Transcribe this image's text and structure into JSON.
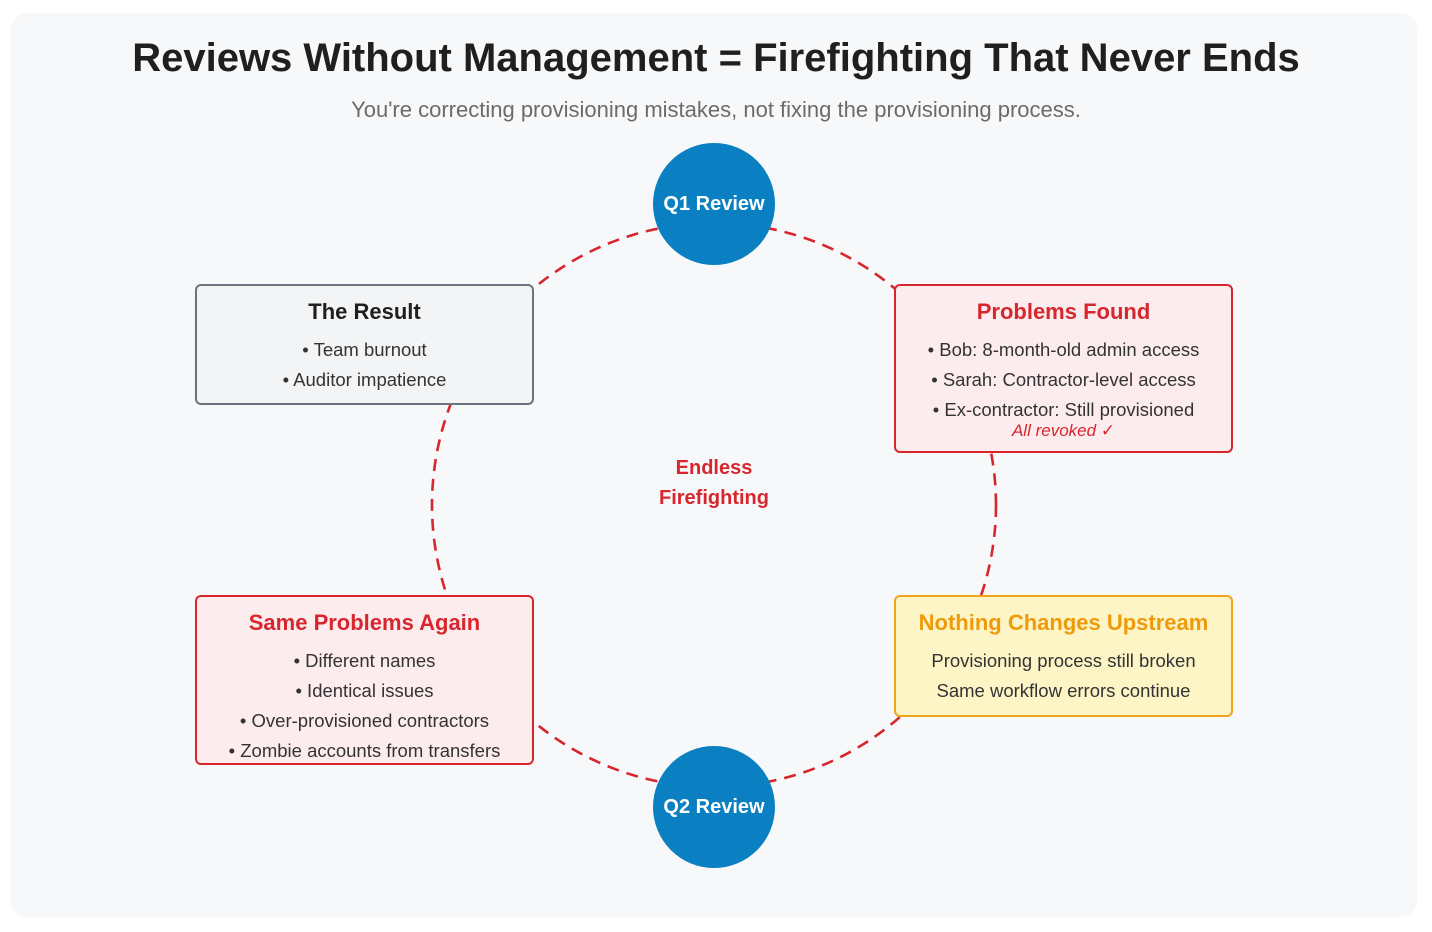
{
  "title": "Reviews Without Management = Firefighting That Never Ends",
  "subtitle": "You're correcting provisioning mistakes, not fixing the provisioning process.",
  "nodes": {
    "q1": "Q1 Review",
    "q2": "Q2 Review"
  },
  "center": [
    "Endless",
    "Firefighting"
  ],
  "result": {
    "heading": "The Result",
    "items": [
      "• Team burnout",
      "• Auditor impatience"
    ]
  },
  "problems_found": {
    "heading": "Problems Found",
    "items": [
      "• Bob: 8-month-old admin access",
      "• Sarah: Contractor-level access",
      "• Ex-contractor: Still provisioned"
    ],
    "note": "All revoked ✓"
  },
  "nothing_changes": {
    "heading": "Nothing Changes Upstream",
    "items": [
      "Provisioning process still broken",
      "Same workflow errors continue"
    ]
  },
  "same_problems": {
    "heading": "Same Problems Again",
    "items": [
      "• Different names",
      "• Identical issues",
      "• Over-provisioned contractors",
      "• Zombie accounts from transfers"
    ]
  },
  "colors": {
    "accent_red": "#d7262d",
    "node_blue": "#0a7fc2",
    "warning_orange": "#ee9a0b",
    "neutral_gray": "#6b7280"
  }
}
